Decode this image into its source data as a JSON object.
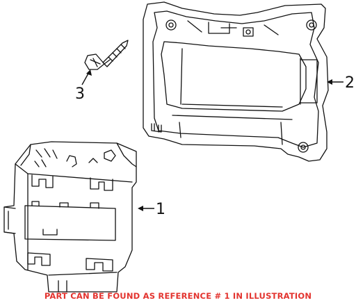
{
  "callouts": [
    {
      "number": "1",
      "part": "module"
    },
    {
      "number": "2",
      "part": "bracket"
    },
    {
      "number": "3",
      "part": "screw"
    }
  ],
  "footnote": "PART CAN BE FOUND AS REFERENCE # 1 IN ILLUSTRATION",
  "colors": {
    "line": "#111111",
    "footnote": "#e3342f",
    "background": "#ffffff"
  }
}
